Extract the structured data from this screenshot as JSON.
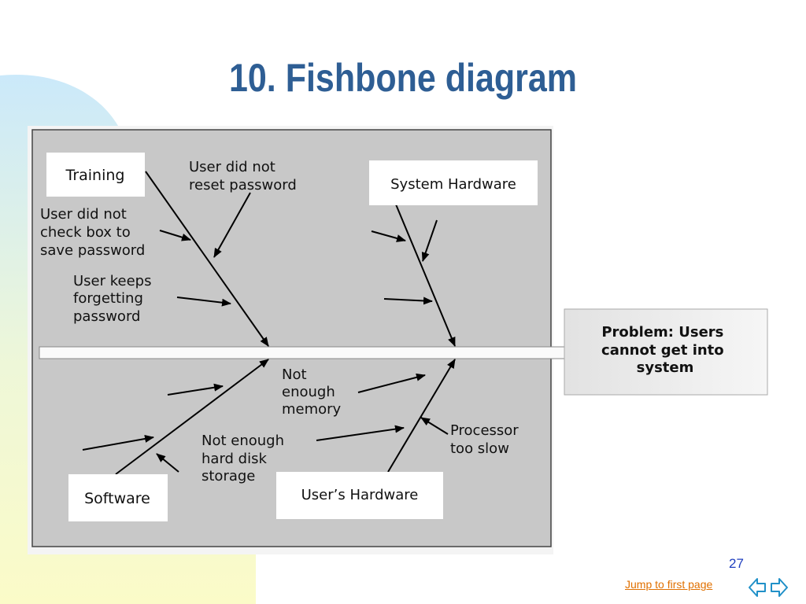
{
  "slide": {
    "title": "10. Fishbone diagram",
    "page_number": "27",
    "jump_link": "Jump to first page"
  },
  "diagram": {
    "problem": [
      "Problem: Users",
      "cannot get into",
      "system"
    ],
    "categories": {
      "training": "Training",
      "system_hardware": "System Hardware",
      "software": "Software",
      "users_hardware": "User’s Hardware"
    },
    "causes": {
      "reset_password": [
        "User did not",
        "reset password"
      ],
      "check_box": [
        "User did not",
        "check box to",
        "save password"
      ],
      "forgetting": [
        "User keeps",
        "forgetting",
        "password"
      ],
      "memory": [
        "Not",
        "enough",
        "memory"
      ],
      "hard_disk": [
        "Not enough",
        "hard disk",
        "storage"
      ],
      "processor": [
        "Processor",
        "too slow"
      ]
    }
  },
  "colors": {
    "title": "#2e5e94",
    "panel": "#c8c8c8",
    "link": "#e07000",
    "page_number": "#1f3fbf",
    "nav_arrows": "#2090c8"
  }
}
